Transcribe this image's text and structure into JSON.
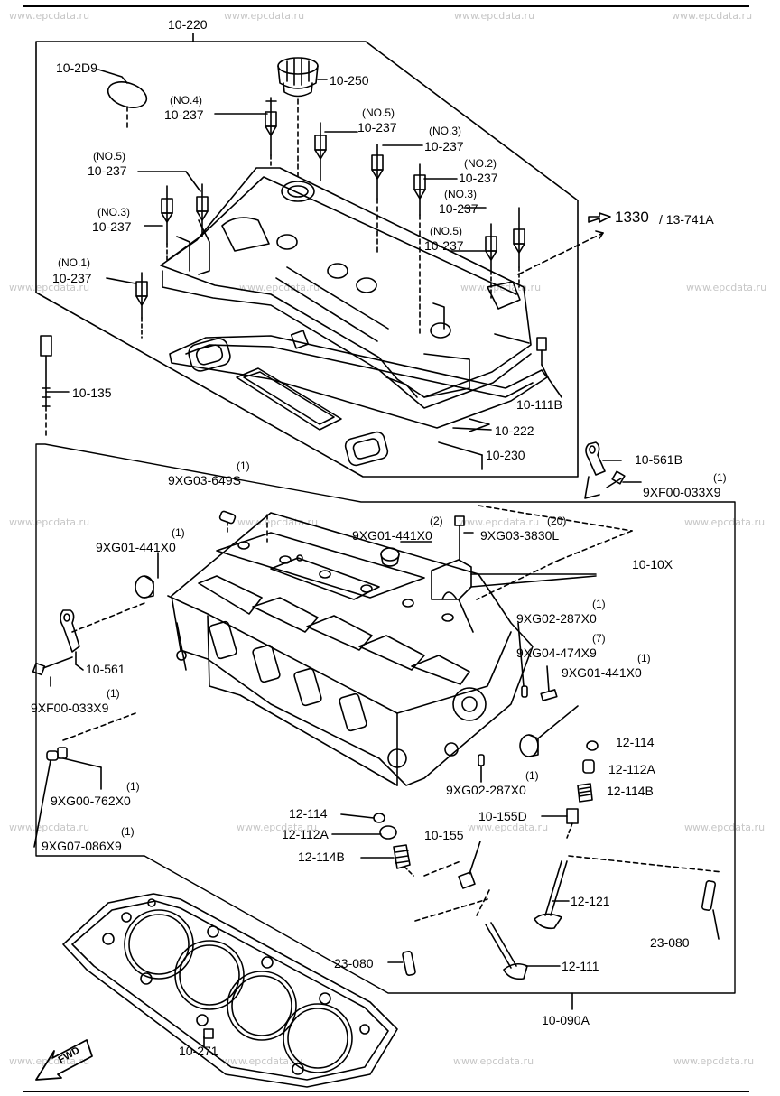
{
  "watermark": "www.epcdata.ru",
  "labels": {
    "l_10_220": "10-220",
    "l_10_2D9": "10-2D9",
    "l_10_250": "10-250",
    "l_no4": "(NO.4)",
    "l_10_237_a": "10-237",
    "l_no5_a": "(NO.5)",
    "l_10_237_b": "10-237",
    "l_no3_a": "(NO.3)",
    "l_10_237_c": "10-237",
    "l_no5_b": "(NO.5)",
    "l_10_237_d": "10-237",
    "l_no2": "(NO.2)",
    "l_10_237_e": "10-237",
    "l_no3_b": "(NO.3)",
    "l_10_237_f": "10-237",
    "l_no3_c": "(NO.3)",
    "l_10_237_g": "10-237",
    "l_no5_c": "(NO.5)",
    "l_10_237_h": "10-237",
    "l_no1": "(NO.1)",
    "l_10_237_i": "10-237",
    "l_1330": "1330",
    "l_13_741A": "/ 13-741A",
    "l_10_135": "10-135",
    "l_10_111B": "10-111B",
    "l_10_222": "10-222",
    "l_10_230": "10-230",
    "l_10_561B": "10-561B",
    "l_q1_a": "(1)",
    "l_9XF00_033X9_a": "9XF00-033X9",
    "l_q1_b": "(1)",
    "l_9XG03_649S": "9XG03-649S",
    "l_q1_c": "(1)",
    "l_9XG01_441X0_a": "9XG01-441X0",
    "l_q2": "(2)",
    "l_9XG01_441X0_b": "9XG01-441X0",
    "l_q20": "(20)",
    "l_9XG03_3830L": "9XG03-3830L",
    "l_10_10X": "10-10X",
    "l_q1_d": "(1)",
    "l_9XG02_287X0_a": "9XG02-287X0",
    "l_q7": "(7)",
    "l_9XG04_474X9": "9XG04-474X9",
    "l_q1_e": "(1)",
    "l_9XG01_441X0_c": "9XG01-441X0",
    "l_10_561": "10-561",
    "l_q1_f": "(1)",
    "l_9XF00_033X9_b": "9XF00-033X9",
    "l_12_114_a": "12-114",
    "l_12_112A_a": "12-112A",
    "l_12_114B_a": "12-114B",
    "l_q1_g": "(1)",
    "l_9XG02_287X0_b": "9XG02-287X0",
    "l_q1_h": "(1)",
    "l_9XG00_762X0": "9XG00-762X0",
    "l_q1_i": "(1)",
    "l_9XG07_086X9": "9XG07-086X9",
    "l_10_155D": "10-155D",
    "l_12_114_b": "12-114",
    "l_12_112A_b": "12-112A",
    "l_10_155": "10-155",
    "l_12_114B_b": "12-114B",
    "l_12_121": "12-121",
    "l_23_080_a": "23-080",
    "l_23_080_b": "23-080",
    "l_12_111": "12-111",
    "l_10_090A": "10-090A",
    "l_10_271": "10-271",
    "l_fwd": "FWD"
  }
}
